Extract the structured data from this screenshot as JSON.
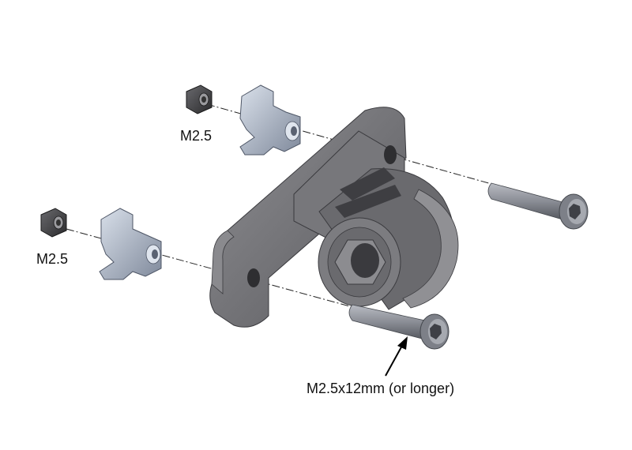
{
  "labels": {
    "nut_top": "M2.5",
    "nut_left": "M2.5",
    "bolt": "M2.5x12mm (or longer)"
  },
  "colors": {
    "mount_body": "#6e6e72",
    "mount_dark": "#4a4a4e",
    "mount_light": "#8c8c90",
    "clip": "#a9b3c2",
    "clip_dark": "#7c8698",
    "nut": "#3b3b3d",
    "bolt": "#8d9098",
    "bolt_dark": "#5f6269"
  }
}
